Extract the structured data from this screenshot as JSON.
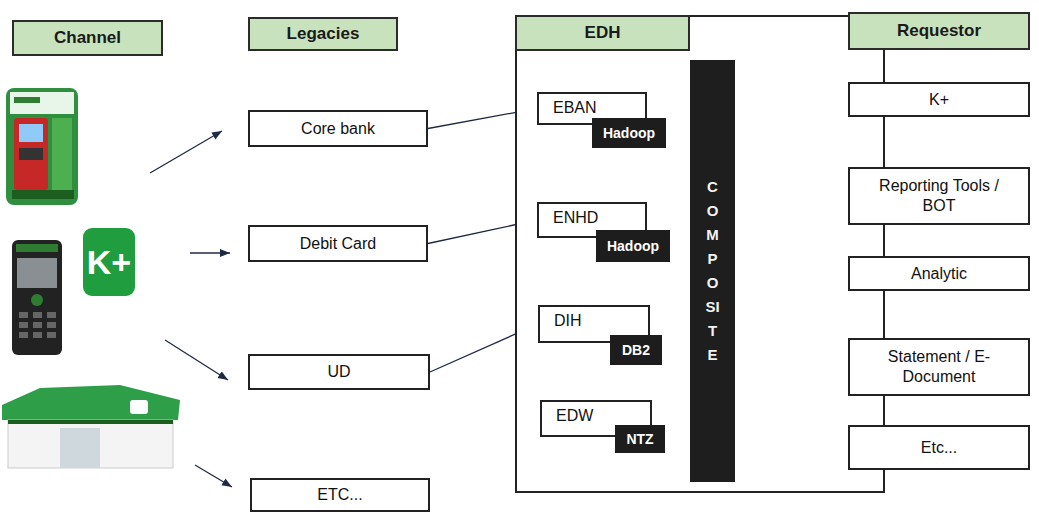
{
  "diagram": {
    "nodes": [
      {
        "text": [
          "Channel"
        ]
      },
      {
        "text": [
          "Legacies"
        ]
      },
      {
        "text": [
          "EDH"
        ]
      },
      {
        "text": [
          "Requestor"
        ]
      },
      {
        "text": [
          "Core bank"
        ]
      },
      {
        "text": [
          "Debit Card"
        ]
      },
      {
        "text": [
          "UD"
        ]
      },
      {
        "text": [
          "ETC..."
        ]
      },
      {
        "text": [
          "EBAN"
        ],
        "in": 2
      },
      {
        "text": [
          "Hadoop"
        ],
        "in": 8
      },
      {
        "text": [
          "ENHD"
        ],
        "in": 2
      },
      {
        "text": [
          "Hadoop"
        ],
        "in": 10
      },
      {
        "text": [
          "DIH"
        ],
        "in": 2
      },
      {
        "text": [
          "DB2"
        ],
        "in": 12
      },
      {
        "text": [
          "EDW"
        ],
        "in": 2
      },
      {
        "text": [
          "NTZ"
        ],
        "in": 14
      },
      {
        "text": [
          "COMPOSITE"
        ],
        "in": 2
      },
      {
        "text": [
          "K+"
        ]
      },
      {
        "text": [
          "Reporting Tools / BOT"
        ]
      },
      {
        "text": [
          "Analytic"
        ]
      },
      {
        "text": [
          "Statement / E-Document"
        ]
      },
      {
        "text": [
          "Etc..."
        ]
      }
    ],
    "edges": [
      {
        "from": 4,
        "to": 8,
        "arrow": "to"
      },
      {
        "from": 5,
        "to": 10,
        "arrow": "to"
      },
      {
        "from": 6,
        "to": 12,
        "arrow": "to"
      },
      {
        "from": 16,
        "to": 17,
        "arrow": "to"
      },
      {
        "from": 16,
        "to": 18,
        "arrow": "to"
      },
      {
        "from": 16,
        "to": 19,
        "arrow": "to"
      },
      {
        "from": 16,
        "to": 20,
        "arrow": "to"
      },
      {
        "from": 16,
        "to": 21,
        "arrow": "to"
      }
    ],
    "labels": [
      "K+"
    ]
  }
}
